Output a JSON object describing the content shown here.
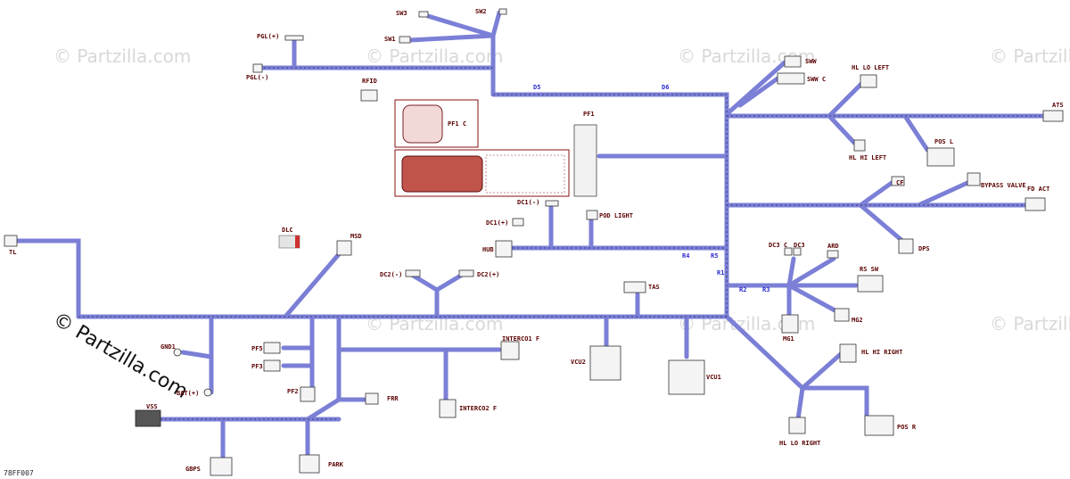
{
  "figure_id": "78FF007",
  "watermark": {
    "text": "© Partzilla.com",
    "prominent": "© Partzilla.com"
  },
  "connectors": {
    "sw3": "SW3",
    "sw2": "SW2",
    "sw1": "SW1",
    "pgl_pos": "PGL(+)",
    "pgl_neg": "PGL(-)",
    "rfid": "RFID",
    "pf1_c": "PF1 C",
    "pf1": "PF1",
    "sww": "SWW",
    "sww_c": "SWW C",
    "hl_lo_left": "HL LO LEFT",
    "hl_hi_left": "HL HI LEFT",
    "ats": "ATS",
    "pos_l": "POS L",
    "cf": "CF",
    "bypass_valve": "BYPASS VALVE",
    "fd_act": "FD ACT",
    "dps": "DPS",
    "dc1_neg": "DC1(-)",
    "dc1_pos": "DC1(+)",
    "pod_light": "POD LIGHT",
    "hub": "HUB",
    "tl": "TL",
    "dlc": "DLC",
    "msd": "MSD",
    "dc2_neg": "DC2(-)",
    "dc2_pos": "DC2(+)",
    "tas": "TAS",
    "dc3_c": "DC3 C",
    "dc3": "DC3",
    "ard": "ARD",
    "rs_sw": "RS SW",
    "mg1": "MG1",
    "mg2": "MG2",
    "gnd1": "GND1",
    "bat_pos": "BAT(+)",
    "pf5": "PF5",
    "pf3": "PF3",
    "pf2": "PF2",
    "interco1_f": "INTERCO1 F",
    "interco2_f": "INTERCO2 F",
    "frr": "FRR",
    "vcu2": "VCU2",
    "vcu1": "VCU1",
    "hl_hi_right": "HL HI RIGHT",
    "hl_lo_right": "HL LO RIGHT",
    "pos_r": "POS R",
    "vss": "VSS",
    "gbps": "GBPS",
    "park": "PARK"
  },
  "splices": {
    "d5": "D5",
    "d6": "D6",
    "r4": "R4",
    "r5": "R5",
    "r1": "R1",
    "r2": "R2",
    "r3": "R3"
  },
  "colors": {
    "wire": "#7b7fd6",
    "label": "#5a0000",
    "splice_label": "#2a2ad0",
    "detail_box": "#8a1010"
  }
}
